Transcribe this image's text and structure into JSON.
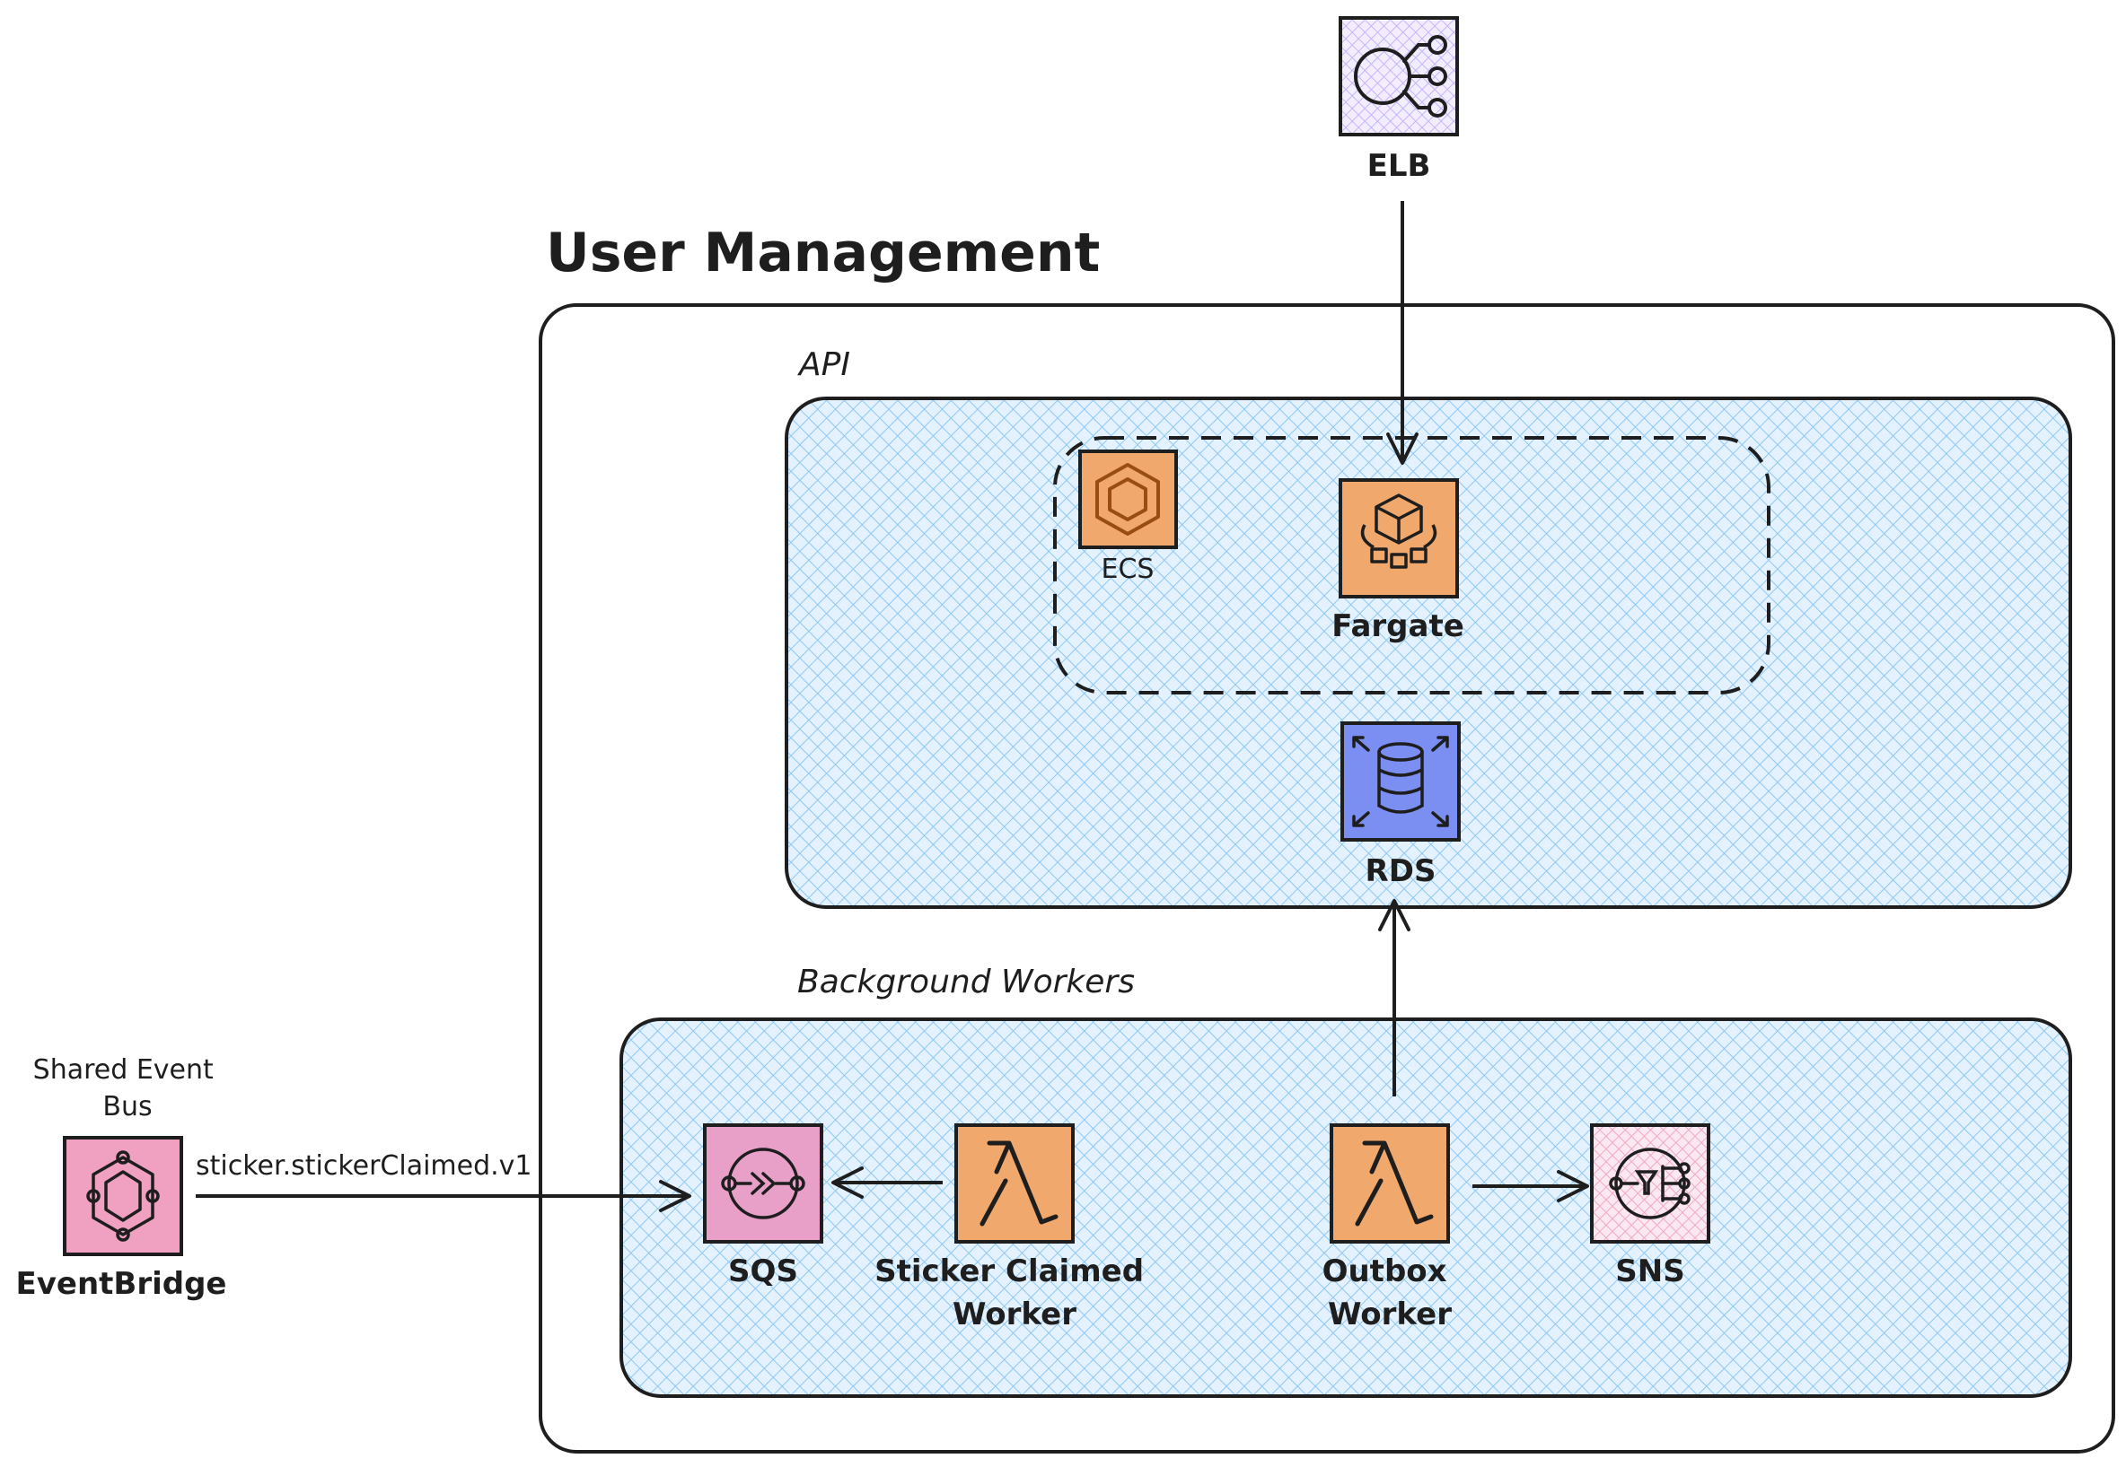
{
  "title": "User Management",
  "groups": {
    "api": "API",
    "workers": "Background Workers"
  },
  "nodes": {
    "elb": "ELB",
    "ecs": "ECS",
    "fargate": "Fargate",
    "rds": "RDS",
    "sqs": "SQS",
    "sticker_worker": [
      "Sticker Claimed",
      "Worker"
    ],
    "outbox_worker": [
      "Outbox",
      "Worker"
    ],
    "sns": "SNS",
    "eventbridge": "EventBridge",
    "event_bus": [
      "Shared Event",
      "Bus"
    ]
  },
  "edges": {
    "eventbridge_to_sqs": "sticker.stickerClaimed.v1"
  },
  "colors": {
    "group_fill": "#a5d8ff",
    "lambda_orange": "#f0a86c",
    "elb_purple": "#d0bfff",
    "rds_blue": "#7b8ff2",
    "sqs_pink": "#e8a0c8",
    "sns_pink": "#f7c8dc",
    "eventbridge_pink": "#f0a0c0",
    "stroke": "#1e1e1e"
  }
}
